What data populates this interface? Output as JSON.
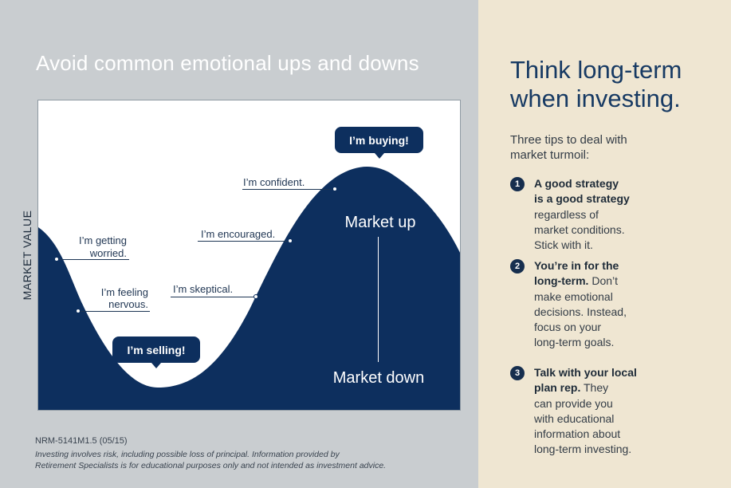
{
  "left": {
    "title": "Avoid common emotional ups and downs",
    "y_axis_label": "MARKET VALUE",
    "emotions": {
      "worried_line1": "I’m getting",
      "worried_line2": "worried.",
      "nervous_line1": "I’m feeling",
      "nervous_line2": "nervous.",
      "skeptical": "I’m skeptical.",
      "encouraged": "I’m encouraged.",
      "confident": "I’m confident."
    },
    "bubbles": {
      "selling": "I’m selling!",
      "buying": "I’m buying!"
    },
    "market_up": "Market up",
    "market_down": "Market down",
    "footnote_code": "NRM-5141M1.5 (05/15)",
    "footnote_line1": "Investing involves risk, including possible loss of principal. Information provided by",
    "footnote_line2": "Retirement Specialists is for educational purposes only and not intended as investment advice.",
    "colors": {
      "curve_fill": "#0d2f5e",
      "panel_bg": "#c9cdd0"
    }
  },
  "right": {
    "title_line1": "Think long-term",
    "title_line2": "when investing.",
    "intro_line1": "Three tips to deal with",
    "intro_line2": "market turmoil:",
    "tips": [
      {
        "number": "1",
        "bold_lines": [
          "A good strategy",
          "is a good strategy"
        ],
        "plain_lines": [
          "regardless of",
          "market conditions.",
          "Stick with it."
        ]
      },
      {
        "number": "2",
        "bold_lines": [
          "You’re in for the",
          "long-term."
        ],
        "plain_lines": [
          " Don’t",
          "make emotional",
          "decisions. Instead,",
          "focus on your",
          "long-term goals."
        ]
      },
      {
        "number": "3",
        "bold_lines": [
          "Talk with your local",
          "plan rep."
        ],
        "plain_lines": [
          " They",
          "can provide you",
          "with educational",
          "information about",
          "long-term investing."
        ]
      }
    ],
    "colors": {
      "panel_bg": "#efe6d2",
      "title": "#173a63",
      "number_badge": "#162e4e"
    }
  }
}
